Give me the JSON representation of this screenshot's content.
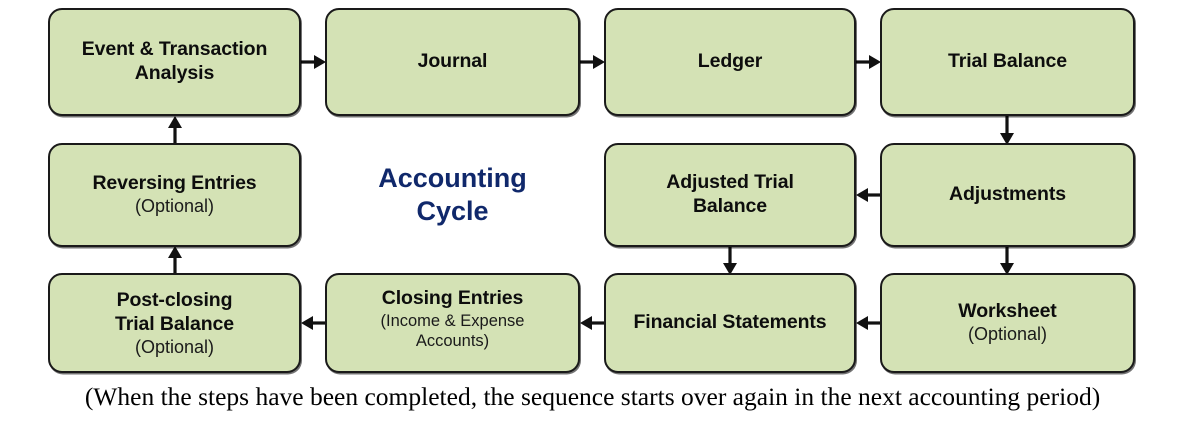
{
  "diagram": {
    "center_title": "Accounting\nCycle",
    "center_title_color": "#10286b",
    "box_fill": "#d4e2b5",
    "box_border": "#1a1a1a",
    "caption": "(When the steps have been completed, the sequence starts over again in the next accounting period)",
    "nodes": [
      {
        "id": "event",
        "title": "Event & Transaction\nAnalysis",
        "sub": ""
      },
      {
        "id": "journal",
        "title": "Journal",
        "sub": ""
      },
      {
        "id": "ledger",
        "title": "Ledger",
        "sub": ""
      },
      {
        "id": "trialbal",
        "title": "Trial Balance",
        "sub": ""
      },
      {
        "id": "reversing",
        "title": "Reversing Entries",
        "sub": "(Optional)"
      },
      {
        "id": "adjtrial",
        "title": "Adjusted Trial\nBalance",
        "sub": ""
      },
      {
        "id": "adjust",
        "title": "Adjustments",
        "sub": ""
      },
      {
        "id": "postclose",
        "title": "Post-closing\nTrial Balance",
        "sub": "(Optional)"
      },
      {
        "id": "closing",
        "title": "Closing Entries",
        "sub": "(Income & Expense\nAccounts)"
      },
      {
        "id": "finstate",
        "title": "Financial Statements",
        "sub": ""
      },
      {
        "id": "worksheet",
        "title": "Worksheet",
        "sub": "(Optional)"
      }
    ],
    "flow_order": [
      "Event & Transaction Analysis",
      "Journal",
      "Ledger",
      "Trial Balance",
      "Adjustments",
      "Adjusted Trial Balance",
      "Financial Statements",
      "Worksheet",
      "Closing Entries",
      "Post-closing Trial Balance",
      "Reversing Entries"
    ]
  }
}
